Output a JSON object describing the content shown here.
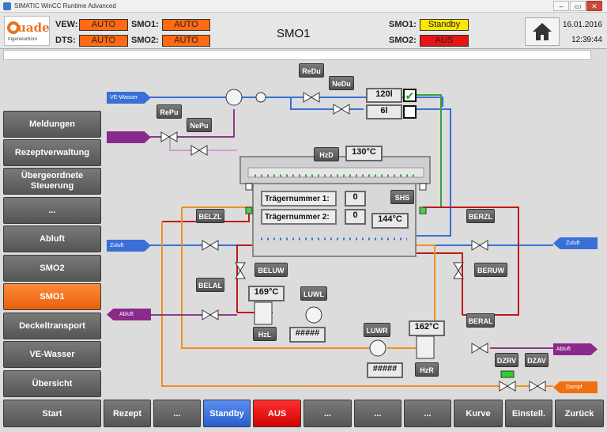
{
  "window": {
    "title": "SIMATIC WinCC Runtime Advanced",
    "minimize": "–",
    "restore": "▭",
    "close": "✕"
  },
  "logo": {
    "text": "uade",
    "subtext": "Ingenieurbüro"
  },
  "header": {
    "labels": {
      "vew": "VEW:",
      "dts": "DTS:",
      "smo1": "SMO1:",
      "smo2": "SMO2:",
      "smo1_right": "SMO1:",
      "smo2_right": "SMO2:"
    },
    "vew_status": "AUTO",
    "dts_status": "AUTO",
    "smo1_status": "AUTO",
    "smo2_status": "AUTO",
    "page_title": "SMO1",
    "smo1_right_status": "Standby",
    "smo2_right_status": "AUS",
    "date": "16.01.2016",
    "time": "12:39:44"
  },
  "colors": {
    "auto": "#ff6a13",
    "standby": "#ffe600",
    "aus": "#e81313",
    "active_nav": "#f07010",
    "blue_nav": "#3a70e0"
  },
  "left_nav": [
    {
      "id": "meldungen",
      "label": "Meldungen"
    },
    {
      "id": "rezeptverwaltung",
      "label": "Rezeptverwaltung"
    },
    {
      "id": "uebergeordnete",
      "label": "Übergeordnete Steuerung"
    },
    {
      "id": "dots",
      "label": "..."
    },
    {
      "id": "abluft",
      "label": "Abluft"
    },
    {
      "id": "smo2",
      "label": "SMO2"
    },
    {
      "id": "smo1",
      "label": "SMO1",
      "active": true
    },
    {
      "id": "deckeltransport",
      "label": "Deckeltransport"
    },
    {
      "id": "ve-wasser",
      "label": "VE-Wasser"
    },
    {
      "id": "uebersicht",
      "label": "Übersicht"
    }
  ],
  "bottom_nav": [
    {
      "id": "start",
      "label": "Start"
    },
    {
      "id": "rezept",
      "label": "Rezept"
    },
    {
      "id": "dots1",
      "label": "..."
    },
    {
      "id": "standby",
      "label": "Standby"
    },
    {
      "id": "aus",
      "label": "AUS"
    },
    {
      "id": "dots2",
      "label": "..."
    },
    {
      "id": "dots3",
      "label": "..."
    },
    {
      "id": "dots4",
      "label": "..."
    },
    {
      "id": "kurve",
      "label": "Kurve"
    },
    {
      "id": "einstell",
      "label": "Einstell."
    },
    {
      "id": "zurueck",
      "label": "Zurück"
    }
  ],
  "process": {
    "ve_wasser": "VE-Wasser",
    "zuluft_left": "Zuluft",
    "zuluft_right": "Zuluft",
    "abluft_left": "Abluft",
    "abluft_right": "Abluft",
    "dampf": "Dampf",
    "repu": "RePu",
    "nepu": "NePu",
    "redu": "ReDu",
    "nedu": "NeDu",
    "level_120": "120l",
    "level_6": "6l",
    "check_120": "✔",
    "check_6": "",
    "hzd": "HzD",
    "hzd_temp": "130°C",
    "traeger1_label": "Trägernummer 1:",
    "traeger1_value": "0",
    "traeger2_label": "Trägernummer 2:",
    "traeger2_value": "0",
    "shs": "SHS",
    "chamber_temp": "144°C",
    "belzl": "BELZL",
    "berzl": "BERZL",
    "beluw": "BELUW",
    "beruw": "BERUW",
    "belal": "BELAL",
    "beral": "BERAL",
    "hzl_temp": "169°C",
    "hzl": "HzL",
    "luwl": "LUWL",
    "luwl_value": "#####",
    "luwr": "LUWR",
    "luwr_value": "#####",
    "hzr_temp": "162°C",
    "hzr": "HzR",
    "dzrv": "DZRV",
    "dzav": "DZAV"
  }
}
